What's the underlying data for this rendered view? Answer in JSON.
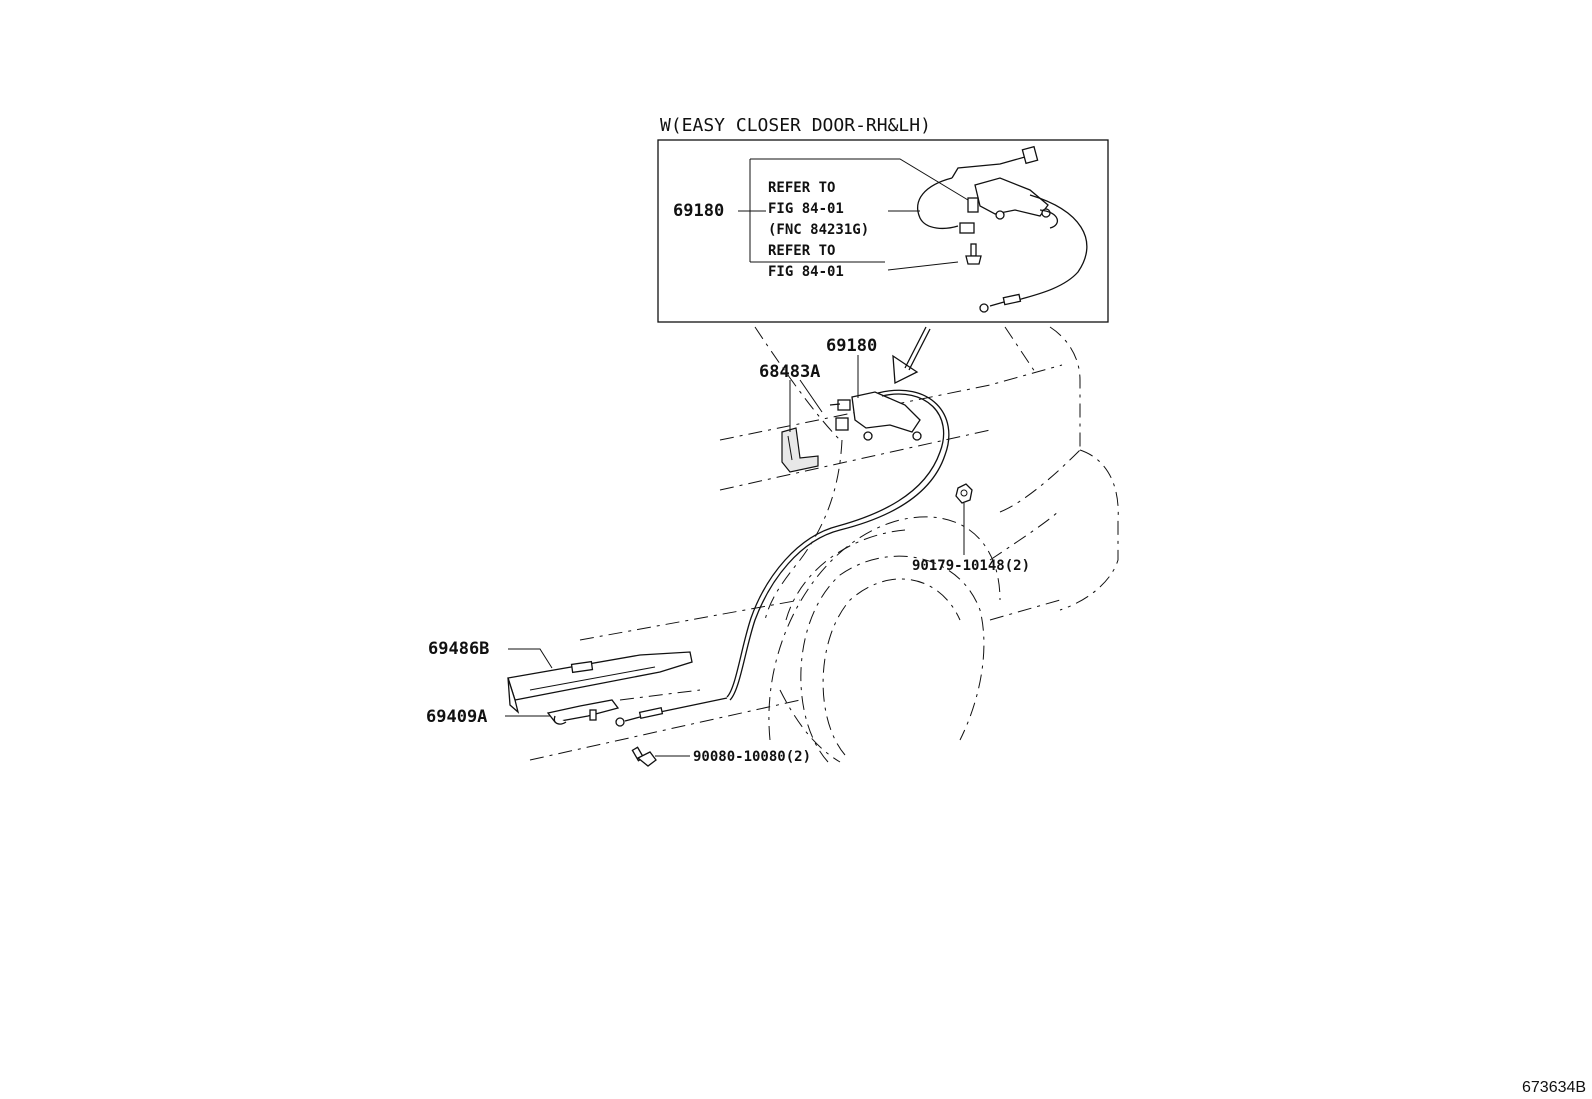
{
  "variant_header": "W(EASY CLOSER DOOR-RH&LH)",
  "inset": {
    "part_number": "69180",
    "reference_lines": [
      "REFER TO",
      "FIG 84-01",
      "(FNC 84231G)",
      "REFER TO",
      "FIG 84-01"
    ]
  },
  "callouts": {
    "p69180": "69180",
    "p68483A": "68483A",
    "p90179": "90179-10148(2)",
    "p69486B": "69486B",
    "p69409A": "69409A",
    "p90080": "90080-10080(2)"
  },
  "figure_id": "673634B"
}
